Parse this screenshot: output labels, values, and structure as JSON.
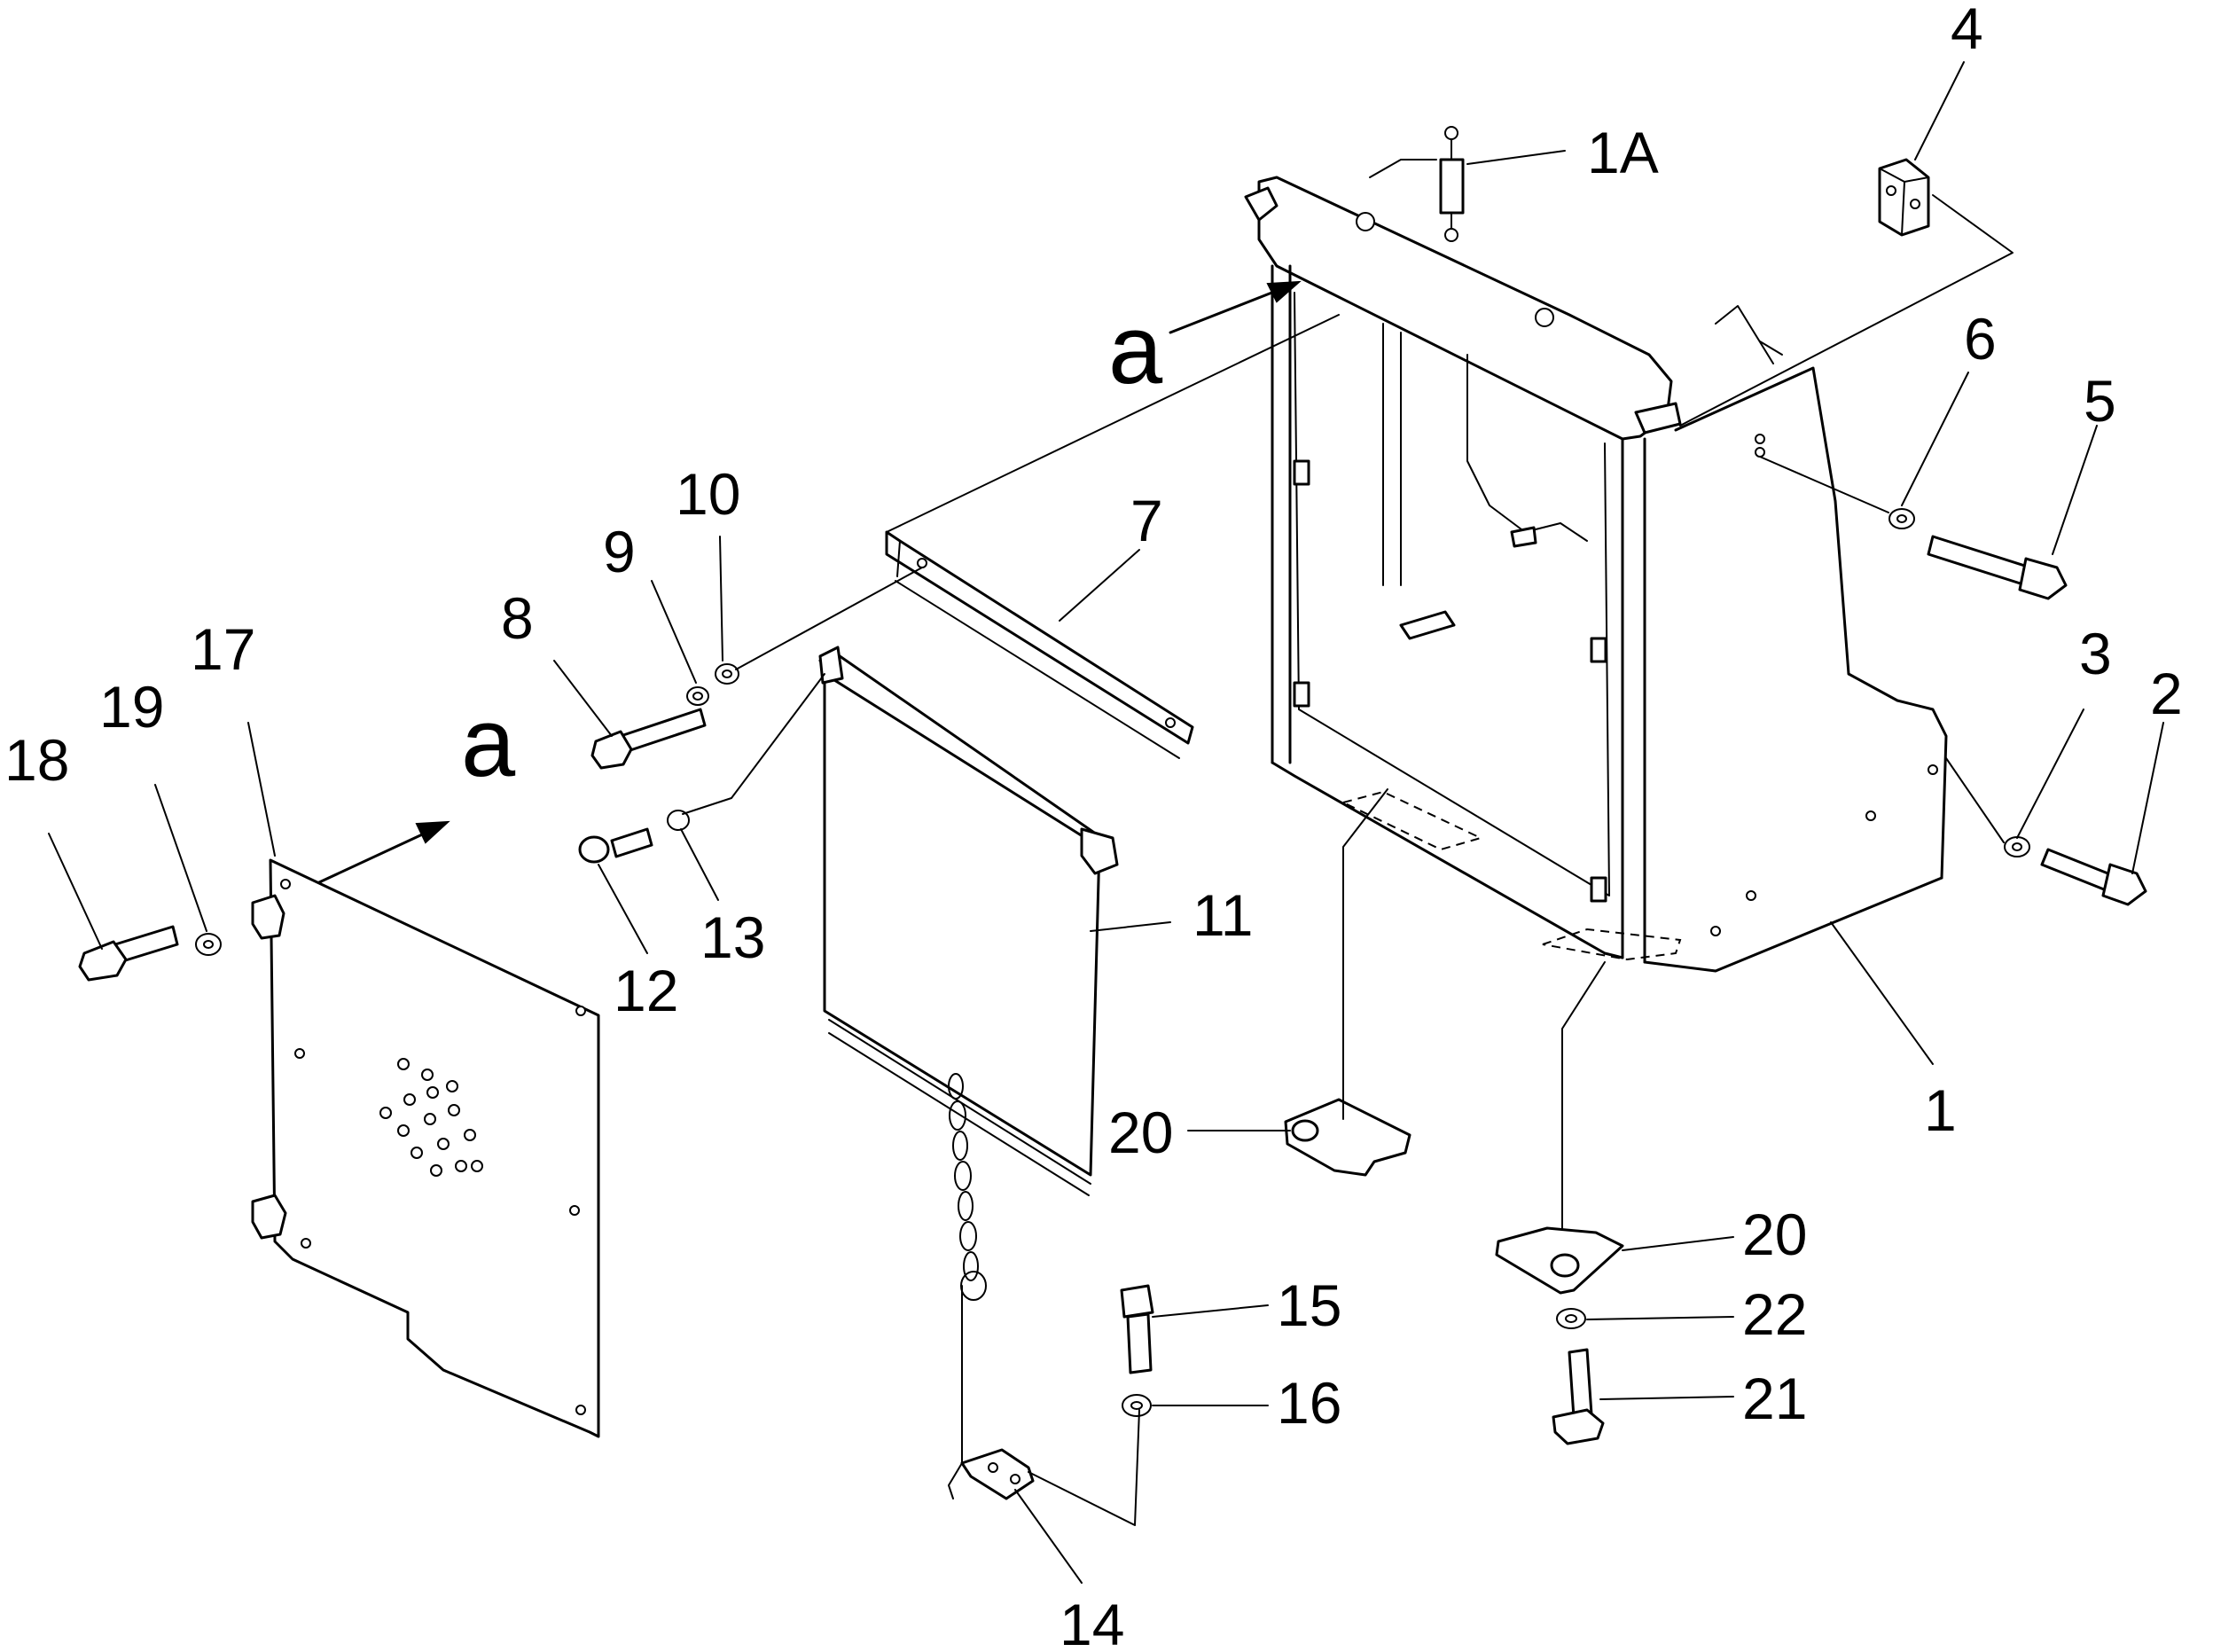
{
  "callouts": {
    "c1": "1",
    "c1A": "1A",
    "c2": "2",
    "c3": "3",
    "c4": "4",
    "c5": "5",
    "c6": "6",
    "c7": "7",
    "c8": "8",
    "c9": "9",
    "c10": "10",
    "c11": "11",
    "c12": "12",
    "c13": "13",
    "c14": "14",
    "c15": "15",
    "c16": "16",
    "c17": "17",
    "c18": "18",
    "c19": "19",
    "c20a": "20",
    "c20b": "20",
    "c21": "21",
    "c22": "22"
  },
  "view_markers": {
    "a_top": "a",
    "a_left": "a"
  }
}
